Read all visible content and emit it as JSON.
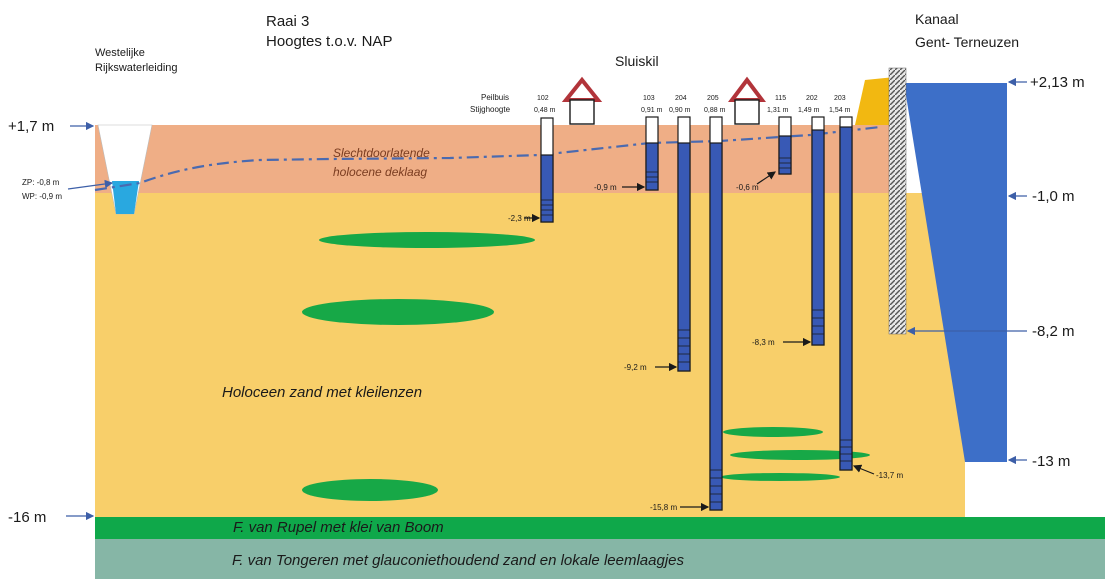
{
  "colors": {
    "holocene_sand": "#F8CF6A",
    "cover_layer": "#EFAE86",
    "clay_lens": "#17A847",
    "rupel": "#0FA84A",
    "tongeren": "#86B6A6",
    "canal_water": "#3D6FC8",
    "dike": "#F2B811",
    "filter_tube": "#3859B5",
    "groundwater_line": "#4A6AB0",
    "house_roof": "#B2343A"
  },
  "header": {
    "section_title": "Raai 3",
    "height_reference": "Hoogtes t.o.v. NAP",
    "location": "Sluiskil",
    "canal_line1": "Kanaal",
    "canal_line2": "Gent- Terneuzen",
    "ditch_line1": "Westelijke",
    "ditch_line2": "Rijkswaterleiding"
  },
  "elevation_labels": {
    "left_surface": "+1,7 m",
    "left_base": "-16 m",
    "right_dike": "+2,13 m",
    "right_minus1": "-1,0 m",
    "right_sheetpile": "-8,2 m",
    "right_canal_bottom": "-13 m",
    "zp": "ZP: -0,8 m",
    "wp": "WP: -0,9 m"
  },
  "layers": {
    "cover_line1": "Slechtdoorlatende",
    "cover_line2": "holocene deklaag",
    "holocene": "Holoceen zand met kleilenzen",
    "rupel": "F. van Rupel met klei van Boom",
    "tongeren": "F. van Tongeren met glauconiethoudend zand en lokale leemlaagjes"
  },
  "well_legend": {
    "pellbuis": "Peilbuis",
    "stijghoogte": "Stijghoogte"
  },
  "wells": [
    {
      "id": "102",
      "head": "0,48 m",
      "bottom": "-2,3 m"
    },
    {
      "id": "103",
      "head": "0,91 m",
      "bottom": "-0,9 m"
    },
    {
      "id": "204",
      "head": "0,90 m",
      "bottom": "-9,2 m"
    },
    {
      "id": "205",
      "head": "0,88 m",
      "bottom": "-15,8 m"
    },
    {
      "id": "115",
      "head": "1,31 m",
      "bottom": "-0,6 m"
    },
    {
      "id": "202",
      "head": "1,49 m",
      "bottom": "-8,3 m"
    },
    {
      "id": "203",
      "head": "1,54 m",
      "bottom": "-13,7 m"
    }
  ]
}
